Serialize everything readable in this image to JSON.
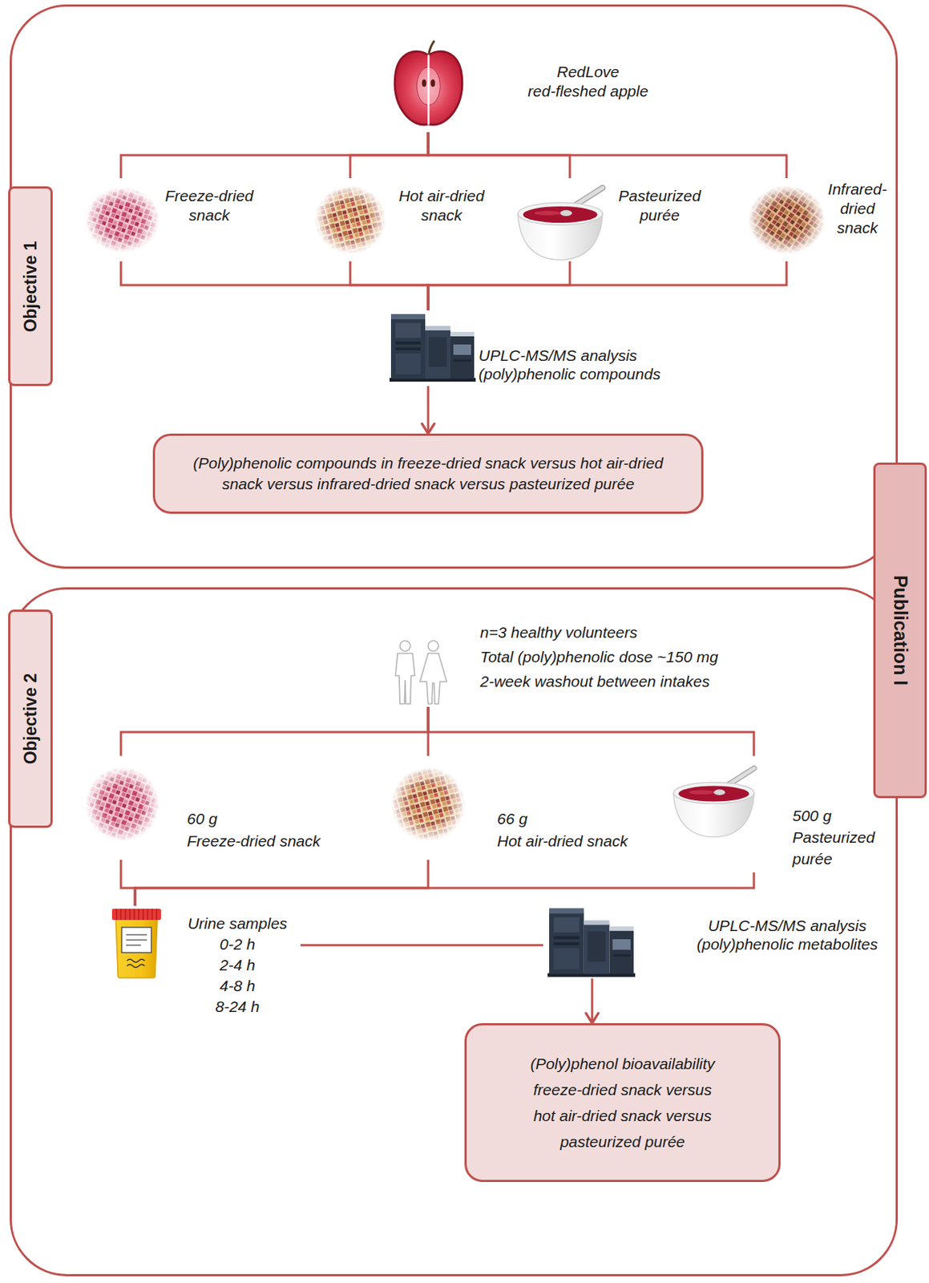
{
  "diagram": {
    "nodes": [
      {
        "text": [
          "Objective 1"
        ]
      },
      {
        "text": [
          "RedLove red-fleshed apple"
        ],
        "in": 0
      },
      {
        "text": [
          "Freeze-dried snack"
        ],
        "in": 0
      },
      {
        "text": [
          "Hot air-dried snack"
        ],
        "in": 0
      },
      {
        "text": [
          "Pasteurized purée"
        ],
        "in": 0
      },
      {
        "text": [
          "Infrared-dried snack"
        ],
        "in": 0
      },
      {
        "text": [
          "UPLC-MS/MS analysis (poly)phenolic compounds"
        ],
        "in": 0
      },
      {
        "text": [
          "(Poly)phenolic compounds in freeze-dried snack versus hot air-dried snack versus infrared-dried snack versus pasteurized purée"
        ],
        "in": 0
      },
      {
        "text": [
          "Objective 2"
        ]
      },
      {
        "text": [
          "n=3 healthy volunteers",
          "Total (poly)phenolic dose ~150 mg",
          "2-week washout between intakes"
        ],
        "in": 8
      },
      {
        "text": [
          "60 g",
          "Freeze-dried snack"
        ],
        "in": 8
      },
      {
        "text": [
          "66 g",
          "Hot air-dried snack"
        ],
        "in": 8
      },
      {
        "text": [
          "500 g",
          "Pasteurized purée"
        ],
        "in": 8
      },
      {
        "text": [
          "Urine samples",
          "0-2 h",
          "2-4 h",
          "4-8 h",
          "8-24 h"
        ],
        "in": 8
      },
      {
        "text": [
          "UPLC-MS/MS analysis (poly)phenolic metabolites"
        ],
        "in": 8
      },
      {
        "text": [
          "(Poly)phenol bioavailability freeze-dried snack versus hot air-dried snack versus pasteurized purée"
        ],
        "in": 8
      },
      {
        "text": [
          "Publication I"
        ]
      }
    ],
    "edges": [
      {
        "from": 1,
        "to": 2,
        "arrow": "none"
      },
      {
        "from": 1,
        "to": 3,
        "arrow": "none"
      },
      {
        "from": 1,
        "to": 4,
        "arrow": "none"
      },
      {
        "from": 1,
        "to": 5,
        "arrow": "none"
      },
      {
        "from": 2,
        "to": 6,
        "arrow": "none"
      },
      {
        "from": 3,
        "to": 6,
        "arrow": "none"
      },
      {
        "from": 4,
        "to": 6,
        "arrow": "none"
      },
      {
        "from": 5,
        "to": 6,
        "arrow": "none"
      },
      {
        "from": 6,
        "to": 7,
        "arrow": "to"
      },
      {
        "from": 9,
        "to": 10,
        "arrow": "none"
      },
      {
        "from": 9,
        "to": 11,
        "arrow": "none"
      },
      {
        "from": 9,
        "to": 12,
        "arrow": "none"
      },
      {
        "from": 10,
        "to": 13,
        "arrow": "none"
      },
      {
        "from": 11,
        "to": 13,
        "arrow": "none"
      },
      {
        "from": 12,
        "to": 13,
        "arrow": "none"
      },
      {
        "from": 13,
        "to": 14,
        "arrow": "none"
      },
      {
        "from": 14,
        "to": 15,
        "arrow": "to"
      }
    ]
  }
}
